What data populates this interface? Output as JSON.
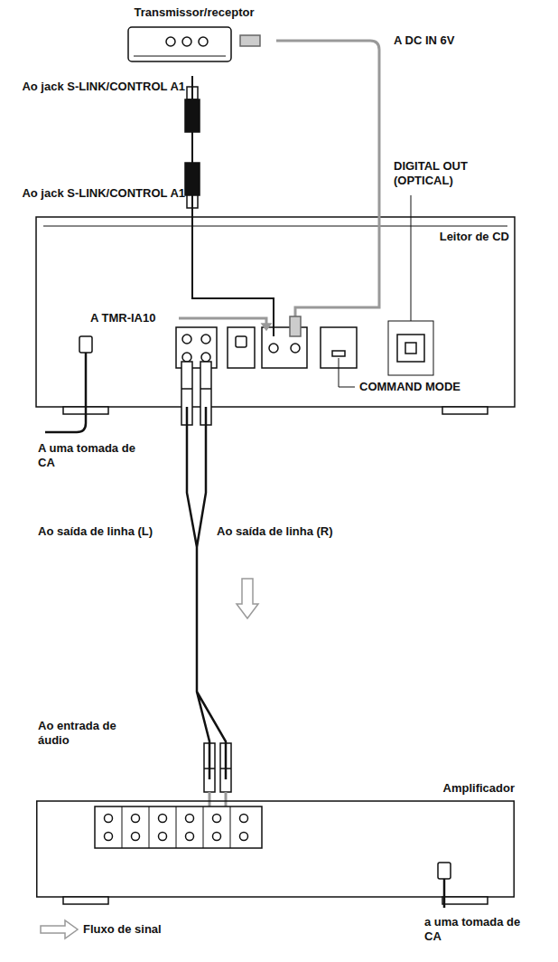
{
  "diagram": {
    "nodes": [
      {
        "text": [
          "Transmissor/receptor"
        ]
      },
      {
        "text": [
          "Leitor de CD"
        ]
      },
      {
        "text": [
          "Amplificador"
        ]
      }
    ],
    "edges": [
      {
        "from": 0,
        "to": 1,
        "arrow": "none"
      },
      {
        "from": 0,
        "to": 1,
        "arrow": "none"
      },
      {
        "from": 1,
        "to": 2,
        "arrow": "none"
      }
    ],
    "labels": [
      "Ao jack S-LINK/CONTROL A1",
      "A DC IN 6V",
      "Ao jack S-LINK/CONTROL A1",
      "DIGITAL OUT (OPTICAL)",
      "A TMR-IA10",
      "A uma tomada de CA",
      "COMMAND MODE",
      "Ao saída de linha (L)",
      "Ao saída de linha (R)",
      "Ao entrada de áudio",
      "a uma tomada de CA"
    ],
    "legend": [
      {
        "text": "Fluxo de sinal"
      }
    ]
  }
}
